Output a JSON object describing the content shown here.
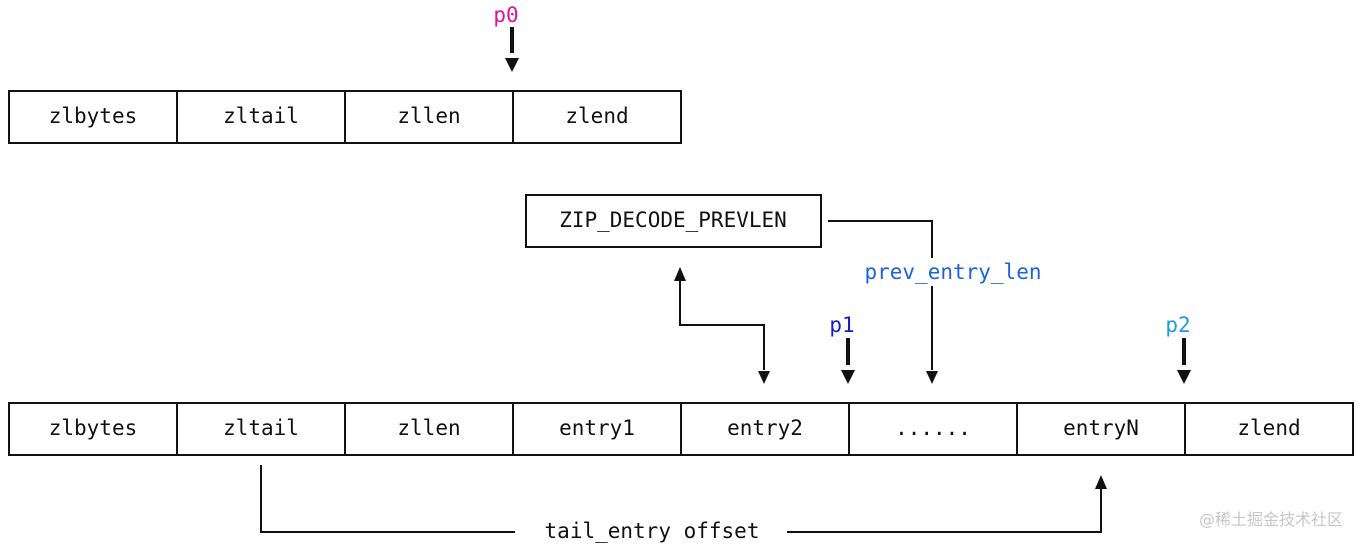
{
  "pointers": {
    "p0": "p0",
    "p1": "p1",
    "p2": "p2"
  },
  "top_row": {
    "cells": [
      "zlbytes",
      "zltail",
      "zllen",
      "zlend"
    ]
  },
  "bottom_row": {
    "cells": [
      "zlbytes",
      "zltail",
      "zllen",
      "entry1",
      "entry2",
      "......",
      "entryN",
      "zlend"
    ]
  },
  "decode_box": {
    "label": "ZIP_DECODE_PREVLEN"
  },
  "labels": {
    "prev_entry_len": "prev_entry_len",
    "tail_offset": "tail_entry offset"
  },
  "watermark": "@稀土掘金技术社区",
  "colors": {
    "p0": "#e0119a",
    "p1": "#1320c8",
    "p2": "#1e9ae0",
    "prev_entry_len": "#1e63d8",
    "zlend_highlight": "#1e9ae0",
    "ink": "#111111"
  }
}
